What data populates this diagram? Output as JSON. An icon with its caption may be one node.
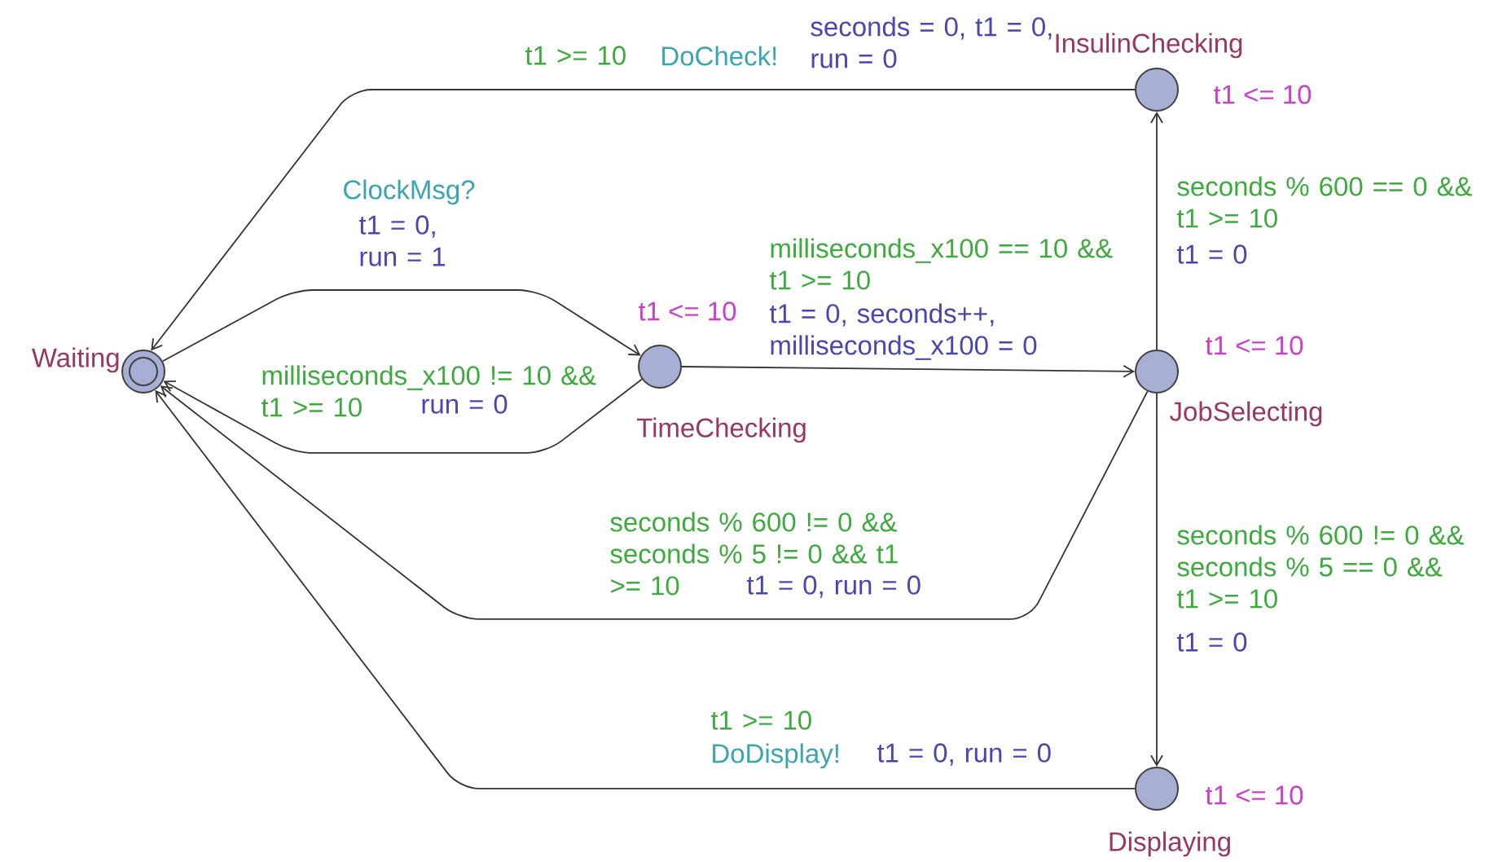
{
  "diagram": {
    "nodes": [
      {
        "text": [
          "Waiting"
        ]
      },
      {
        "text": [
          "TimeChecking"
        ],
        "beside": [
          "t1 <= 10"
        ]
      },
      {
        "text": [
          "JobSelecting"
        ],
        "beside": [
          "t1 <= 10"
        ]
      },
      {
        "text": [
          "InsulinChecking"
        ],
        "beside": [
          "t1 <= 10"
        ]
      },
      {
        "text": [
          "Displaying"
        ],
        "beside": [
          "t1 <= 10"
        ]
      }
    ],
    "edges": [
      {
        "from": 0,
        "to": 1,
        "arrow": "to"
      },
      {
        "from": 1,
        "to": 0,
        "arrow": "to",
        "label": "milliseconds_x100 != 10 && t1 >= 10"
      },
      {
        "from": 1,
        "to": 2,
        "arrow": "to",
        "label": "milliseconds_x100 == 10 && t1 >= 10"
      },
      {
        "from": 2,
        "to": 3,
        "arrow": "to",
        "label": "seconds % 600 == 0 && t1 >= 10"
      },
      {
        "from": 3,
        "to": 0,
        "arrow": "to",
        "label": "t1 >= 10"
      },
      {
        "from": 2,
        "to": 0,
        "arrow": "to",
        "label": "seconds % 600 != 0 && seconds % 5 != 0 && t1 >= 10"
      },
      {
        "from": 2,
        "to": 4,
        "arrow": "to",
        "label": "seconds % 600 != 0 && seconds % 5 == 0 && t1 >= 10"
      },
      {
        "from": 4,
        "to": 0,
        "arrow": "to",
        "label": "t1 >= 10"
      }
    ],
    "labels": [
      "DoCheck!",
      "seconds = 0, t1 = 0, run = 0",
      "ClockMsg?",
      "t1 = 0, run = 1",
      "t1 = 0, seconds++, milliseconds_x100 = 0",
      "t1 = 0",
      "run = 0",
      "t1 = 0, run = 0",
      "t1 = 0",
      "DoDisplay!",
      "t1 = 0, run = 0"
    ]
  }
}
